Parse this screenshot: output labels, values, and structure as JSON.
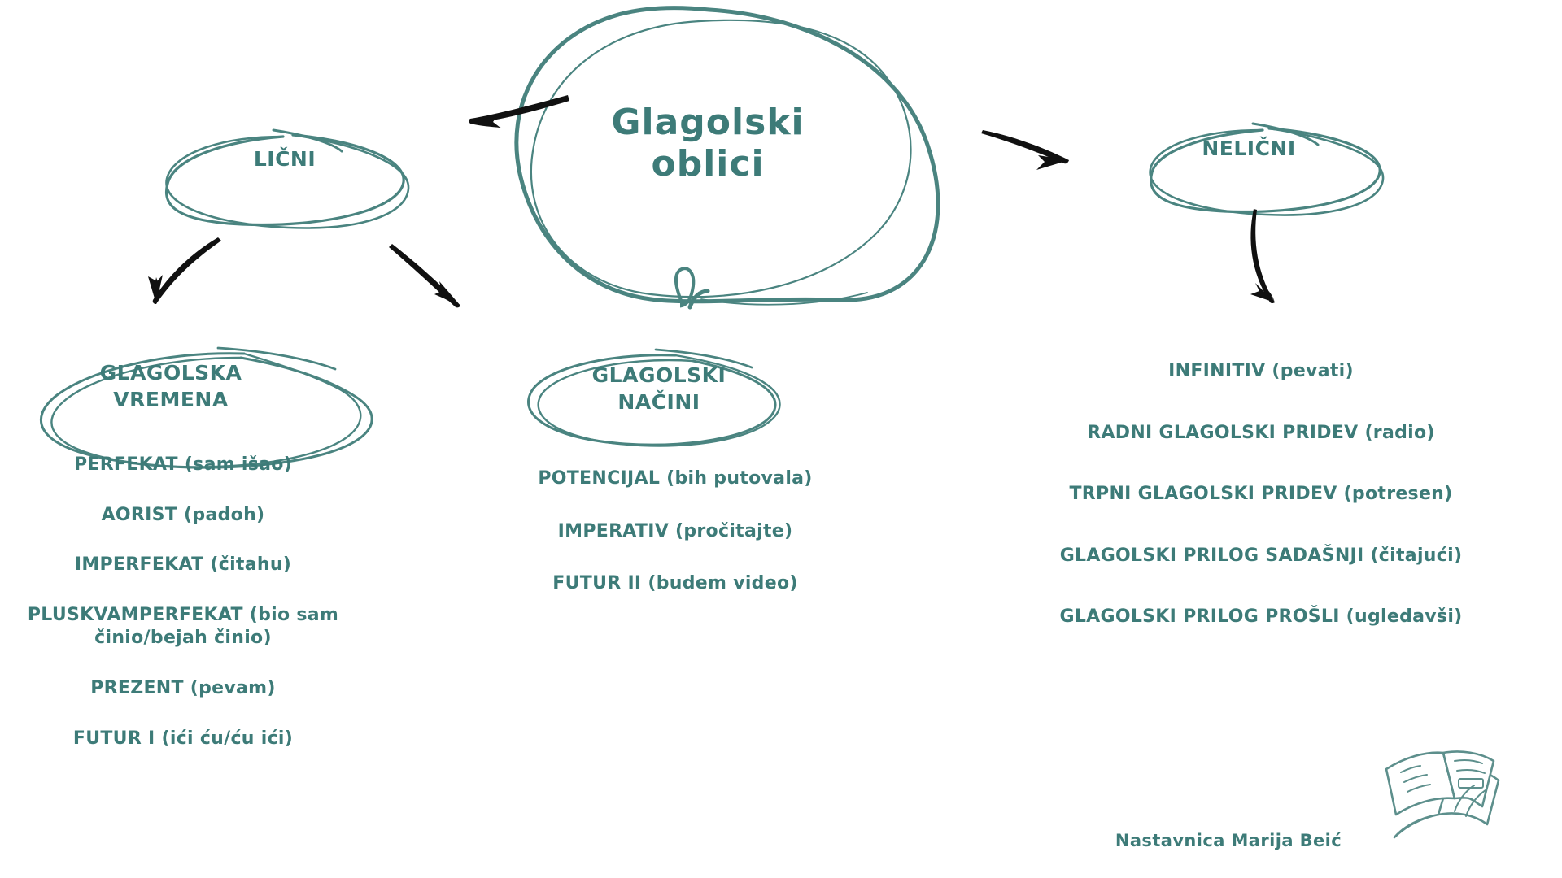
{
  "theme": {
    "ink": "#3d7b78",
    "arrow": "#111111",
    "background": "#ffffff"
  },
  "center": {
    "title": "Glagolski\noblici"
  },
  "branches": {
    "left": {
      "label": "LIČNI"
    },
    "right": {
      "label": "NELIČNI"
    }
  },
  "columns": [
    {
      "heading": "GLAGOLSKA\nVREMENA",
      "items": [
        "PERFEKAT (sam išao)",
        "AORIST (padoh)",
        "IMPERFEKAT (čitahu)",
        "PLUSKVAMPERFEKAT (bio sam činio/bejah činio)",
        "PREZENT (pevam)",
        "FUTUR I (ići ću/ću ići)"
      ]
    },
    {
      "heading": "GLAGOLSKI\nNAČINI",
      "items": [
        "POTENCIJAL (bih putovala)",
        "IMPERATIV (pročitajte)",
        "FUTUR II (budem video)"
      ]
    },
    {
      "heading": "",
      "items": [
        "INFINITIV (pevati)",
        "RADNI GLAGOLSKI PRIDEV (radio)",
        "TRPNI GLAGOLSKI PRIDEV (potresen)",
        "GLAGOLSKI PRILOG SADAŠNJI (čitajući)",
        "GLAGOLSKI PRILOG PROŠLI (ugledavši)"
      ]
    }
  ],
  "footer": {
    "signature": "Nastavnica Marija Beić",
    "icon": "open-book-icon"
  }
}
